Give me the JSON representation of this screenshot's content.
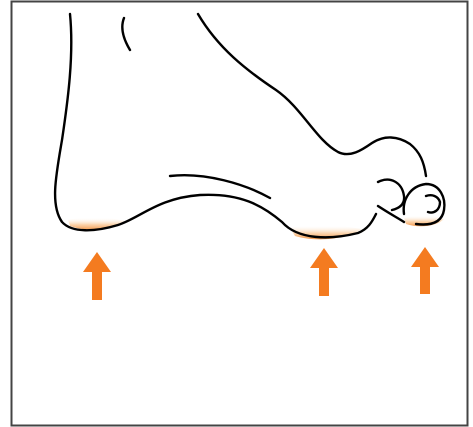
{
  "figure": {
    "subject": "foot-side-view",
    "line_color": "#000000",
    "frame_color": "#444444",
    "background_color": "#ffffff",
    "accent_color": "#f47b20",
    "highlight_color": "#f6a55a",
    "icons": [
      "foot-outline",
      "heel-contact",
      "ball-contact",
      "toe-contact",
      "arrow-up-icon"
    ]
  }
}
